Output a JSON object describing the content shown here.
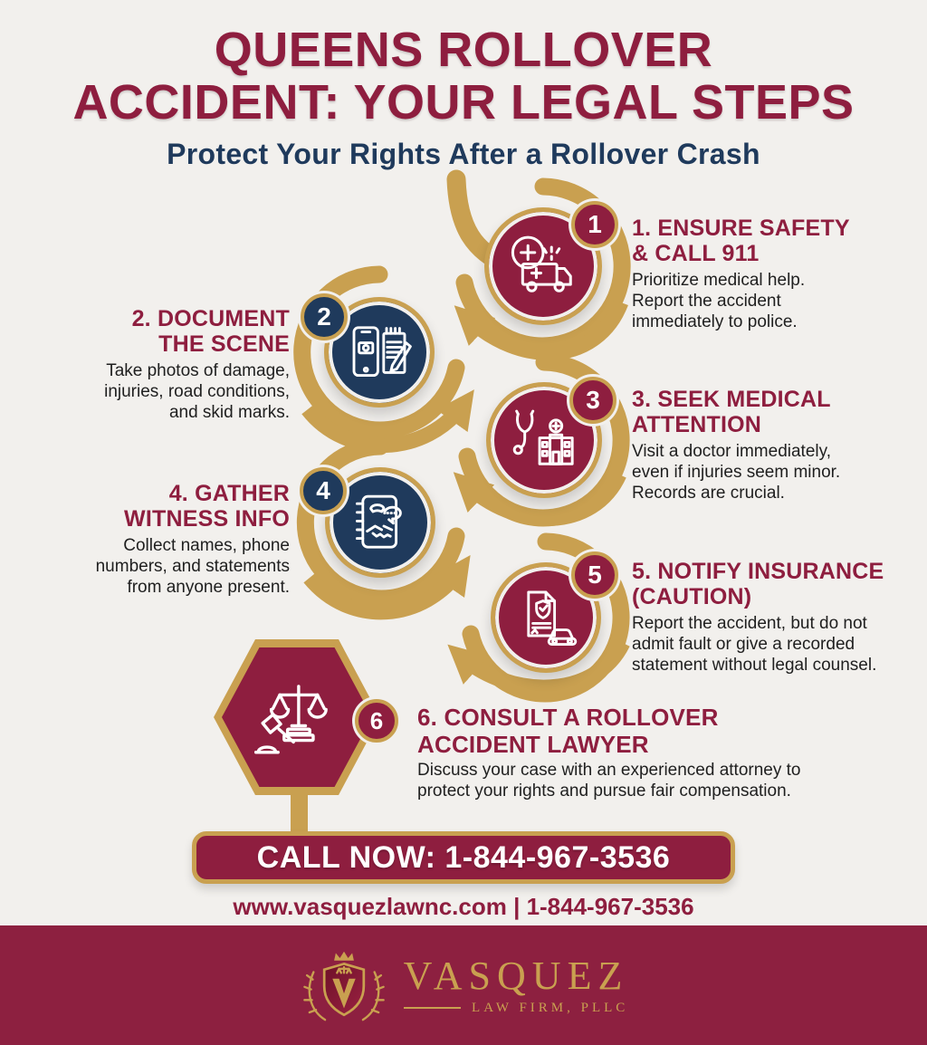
{
  "colors": {
    "maroon": "#8E1E3F",
    "navy": "#1F3A5C",
    "gold": "#C9A050",
    "background": "#F2F0ED",
    "text_dark": "#1F1F1F",
    "footer_maroon": "#8D2040",
    "white": "#FFFFFF"
  },
  "header": {
    "title_line1": "QUEENS ROLLOVER",
    "title_line2": "ACCIDENT: YOUR LEGAL STEPS",
    "subtitle": "Protect Your Rights After a Rollover Crash"
  },
  "steps": [
    {
      "number": "1",
      "icon": "ambulance-cross-icon",
      "circle_color": "maroon",
      "heading_lines": [
        "1. ENSURE SAFETY",
        "& CALL 911"
      ],
      "body_lines": [
        "Prioritize medical help.",
        "Report the accident",
        "immediately to police."
      ]
    },
    {
      "number": "2",
      "icon": "phone-camera-notepad-icon",
      "circle_color": "navy",
      "heading_lines": [
        "2. DOCUMENT",
        "THE SCENE"
      ],
      "body_lines": [
        "Take photos of damage,",
        "injuries, road conditions,",
        "and skid marks."
      ]
    },
    {
      "number": "3",
      "icon": "stethoscope-hospital-icon",
      "circle_color": "maroon",
      "heading_lines": [
        "3. SEEK MEDICAL",
        "ATTENTION"
      ],
      "body_lines": [
        "Visit a doctor immediately,",
        "even if injuries seem minor.",
        "Records are crucial."
      ]
    },
    {
      "number": "4",
      "icon": "contact-book-handshake-icon",
      "circle_color": "navy",
      "heading_lines": [
        "4. GATHER",
        "WITNESS INFO"
      ],
      "body_lines": [
        "Collect names, phone",
        "numbers, and statements",
        "from anyone present."
      ]
    },
    {
      "number": "5",
      "icon": "insurance-document-car-icon",
      "circle_color": "maroon",
      "heading_lines": [
        "5. NOTIFY INSURANCE",
        "(CAUTION)"
      ],
      "body_lines": [
        "Report the accident, but do not",
        "admit fault or give a recorded",
        "statement without legal counsel."
      ]
    },
    {
      "number": "6",
      "icon": "scales-gavel-icon",
      "circle_color": "maroon",
      "heading_lines": [
        "6. CONSULT A ROLLOVER",
        "ACCIDENT LAWYER"
      ],
      "body_lines": [
        "Discuss your case with an experienced attorney to",
        "protect your rights and pursue fair compensation."
      ]
    }
  ],
  "cta": {
    "label": "CALL NOW: 1-844-967-3536"
  },
  "contact_line": "www.vasquezlawnc.com | 1-844-967-3536",
  "footer": {
    "firm_name": "VASQUEZ",
    "firm_subtitle": "LAW FIRM, PLLC"
  }
}
